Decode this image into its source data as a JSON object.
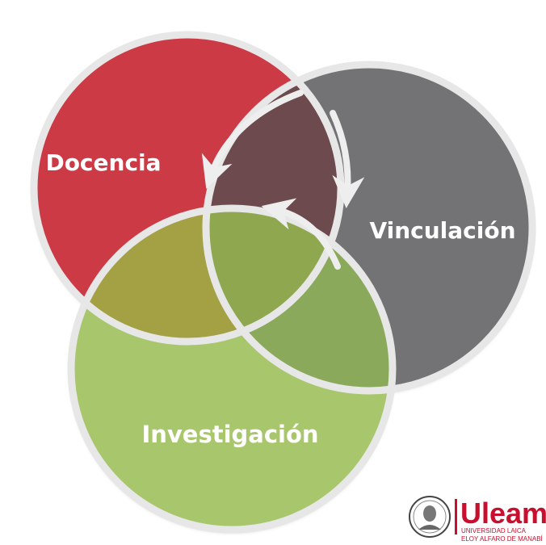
{
  "diagram": {
    "circles": [
      {
        "key": "docencia",
        "label": "Docencia",
        "color": "#cc3a45"
      },
      {
        "key": "vinculacion",
        "label": "Vinculación",
        "color": "#737375"
      },
      {
        "key": "investigacion",
        "label": "Investigación",
        "color": "#a8c66c"
      }
    ],
    "overlap_colors": {
      "docencia_vinculacion": "#6c4a4e",
      "docencia_investigacion": "#a4a044",
      "vinculacion_investigacion": "#8aa95a",
      "center": "#8fa84f"
    },
    "ring_color": "#e7e7e7"
  },
  "logo": {
    "name": "Uleam",
    "subtitle_line1": "UNIVERSIDAD LAICA",
    "subtitle_line2": "ELOY ALFARO DE MANABÍ",
    "color": "#c8102e"
  }
}
